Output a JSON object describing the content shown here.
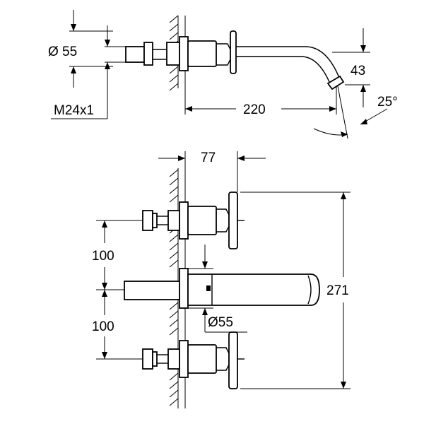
{
  "side_view": {
    "diameter_label": "Ø 55",
    "thread_label": "M24x1",
    "spout_drop_label": "43",
    "projection_label": "220",
    "angle_label": "25°"
  },
  "front_view": {
    "handle_offset_label": "77",
    "upper_spacing_label": "100",
    "lower_spacing_label": "100",
    "total_height_label": "271",
    "rosette_diameter_label": "Ø55"
  }
}
